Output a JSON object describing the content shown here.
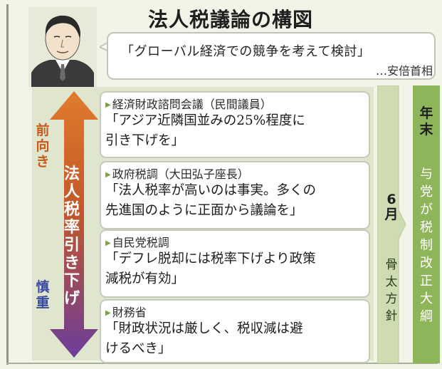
{
  "title": "法人税議論の構図",
  "quote": {
    "text": "「グローバル経済での競争を考えて検討」",
    "attribution": "…安倍首相"
  },
  "axis": {
    "top_label": [
      "前",
      "向",
      "き"
    ],
    "bottom_label": [
      "慎",
      "重"
    ],
    "center_label": [
      "法",
      "人",
      "税",
      "率",
      "引",
      "き",
      "下",
      "げ"
    ]
  },
  "cards": [
    {
      "title": "経済財政諮問会議（民間議員）",
      "lines": [
        "「アジア近隣国並みの25%程度に",
        "引き下げを」"
      ]
    },
    {
      "title": "政府税調（大田弘子座長）",
      "lines": [
        "「法人税率が高いのは事実。多くの",
        "先進国のように正面から議論を」"
      ]
    },
    {
      "title": "自民党税調",
      "lines": [
        "「デフレ脱却には税率下げより政策",
        "減税が有効」"
      ]
    },
    {
      "title": "財務省",
      "lines": [
        "「財政状況は厳しく、税収減は避",
        "けるべき」"
      ]
    }
  ],
  "timeline": {
    "june": {
      "head": [
        "6",
        "月"
      ],
      "body": [
        "骨",
        "太",
        "方",
        "針"
      ]
    },
    "year_end": {
      "head": [
        "年",
        "末"
      ],
      "body": [
        "与",
        "党",
        "が",
        "税",
        "制",
        "改",
        "正",
        "大",
        "綱"
      ]
    }
  },
  "colors": {
    "arrow_top": "#e07b2c",
    "arrow_bottom": "#6b3d9a",
    "june_fill": "#cfdcb2",
    "year_fill": "#8fb55b"
  }
}
